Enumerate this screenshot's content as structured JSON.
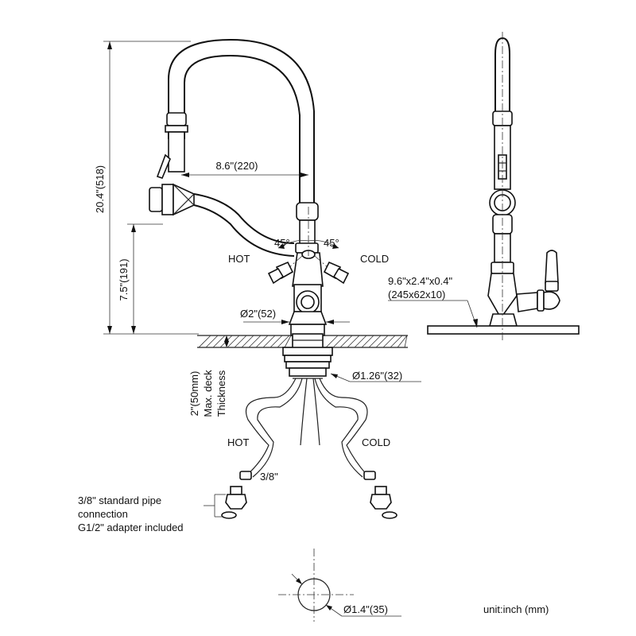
{
  "labels": {
    "height_total": "20.4\"(518)",
    "spout_height": "7.5\"(191)",
    "reach": "8.6\"(220)",
    "angle_left": "45°",
    "angle_right": "45°",
    "hot_top": "HOT",
    "cold_top": "COLD",
    "base_dia": "Ø2\"(52)",
    "plate_size_1": "9.6\"x2.4\"x0.4\"",
    "plate_size_2": "(245x62x10)",
    "deck_1": "2\"(50mm)",
    "deck_2": "Max. deck",
    "deck_3": "Thickness",
    "shank_dia": "Ø1.26\"(32)",
    "hot_bottom": "HOT",
    "cold_bottom": "COLD",
    "hose_size": "3/8\"",
    "pipe_1": "3/8\" standard pipe",
    "pipe_2": "connection",
    "pipe_3": "G1/2\" adapter included",
    "hole_dia": "Ø1.4\"(35)",
    "unit": "unit:inch (mm)"
  },
  "colors": {
    "line": "#111111",
    "background": "#ffffff"
  }
}
